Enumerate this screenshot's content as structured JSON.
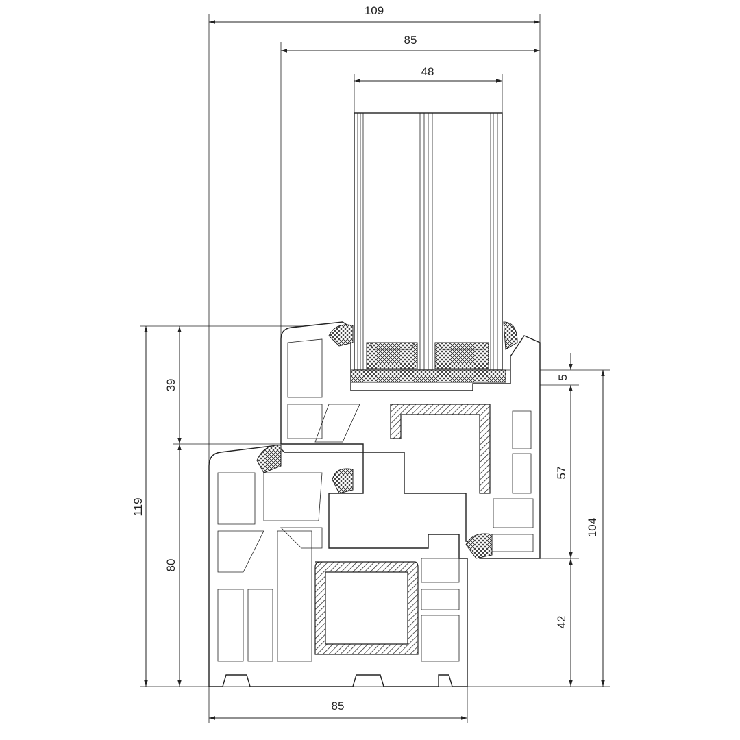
{
  "dimensions": {
    "overall_width": "109",
    "sash_width": "85",
    "glass_thickness": "48",
    "sash_visible_height": "39",
    "overall_height": "119",
    "frame_height_left": "80",
    "glass_rebate": "5",
    "sash_height": "57",
    "total_right_height": "104",
    "frame_height_right": "42",
    "frame_width": "85"
  }
}
